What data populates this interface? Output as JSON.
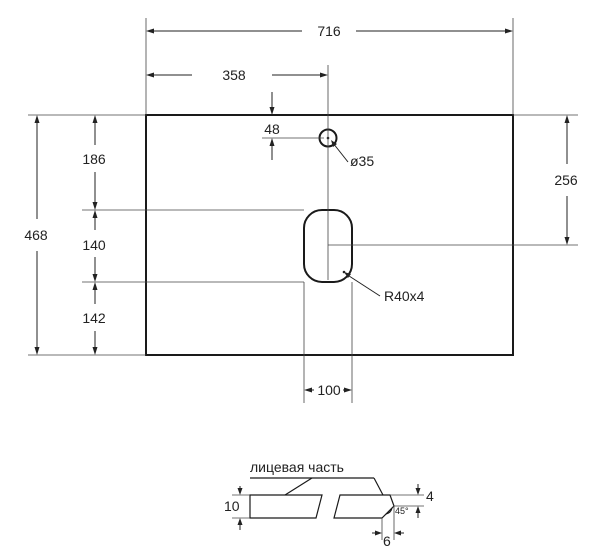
{
  "dimensions": {
    "overall_width": "716",
    "center_offset": "358",
    "overall_height": "468",
    "hole_offset_y": "48",
    "hole_diameter": "ø35",
    "hole_to_cutout_center": "256",
    "top_section": "186",
    "cutout_height": "140",
    "bottom_section": "142",
    "corner_radius": "R40x4",
    "cutout_width": "100"
  },
  "profile": {
    "face_label": "лицевая часть",
    "thickness": "10",
    "edge_step": "4",
    "chamfer_width": "6",
    "chamfer_angle": "45°"
  }
}
